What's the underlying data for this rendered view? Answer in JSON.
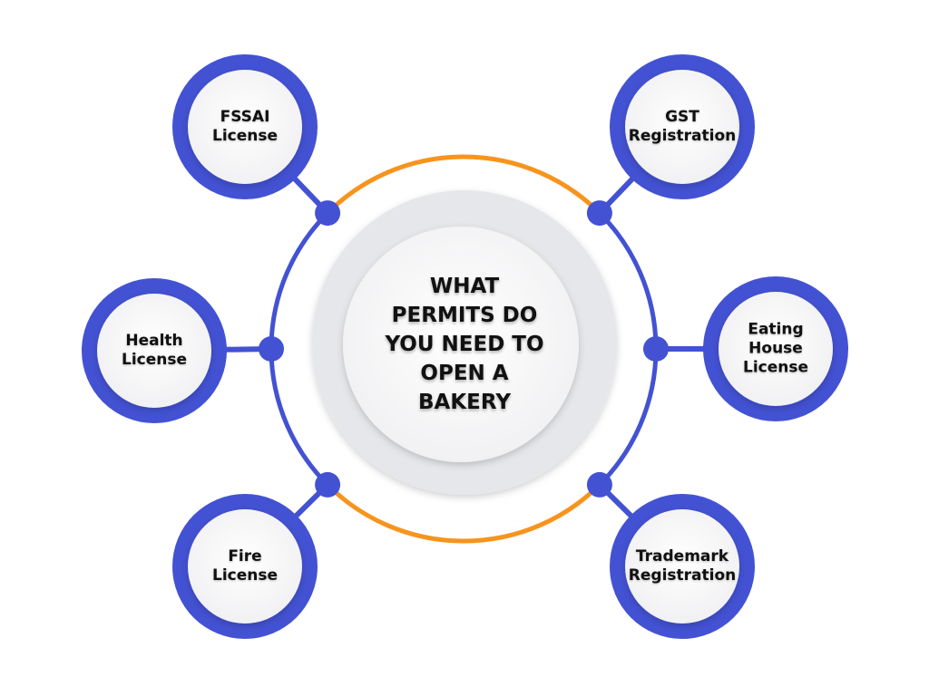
{
  "title": "WHAT\nPERMITS DO\nYOU NEED TO\nOPEN A\nBAKERY",
  "nodes": [
    {
      "label": "FSSAI\nLicense"
    },
    {
      "label": "GST\nRegistration"
    },
    {
      "label": "Health\nLicense"
    },
    {
      "label": "Eating\nHouse\nLicense"
    },
    {
      "label": "Fire\nLicense"
    },
    {
      "label": "Trademark\nRegistration"
    }
  ],
  "colors": {
    "blue": "#4352d3",
    "orange": "#f7941d",
    "gray": "#e6e7ea"
  }
}
